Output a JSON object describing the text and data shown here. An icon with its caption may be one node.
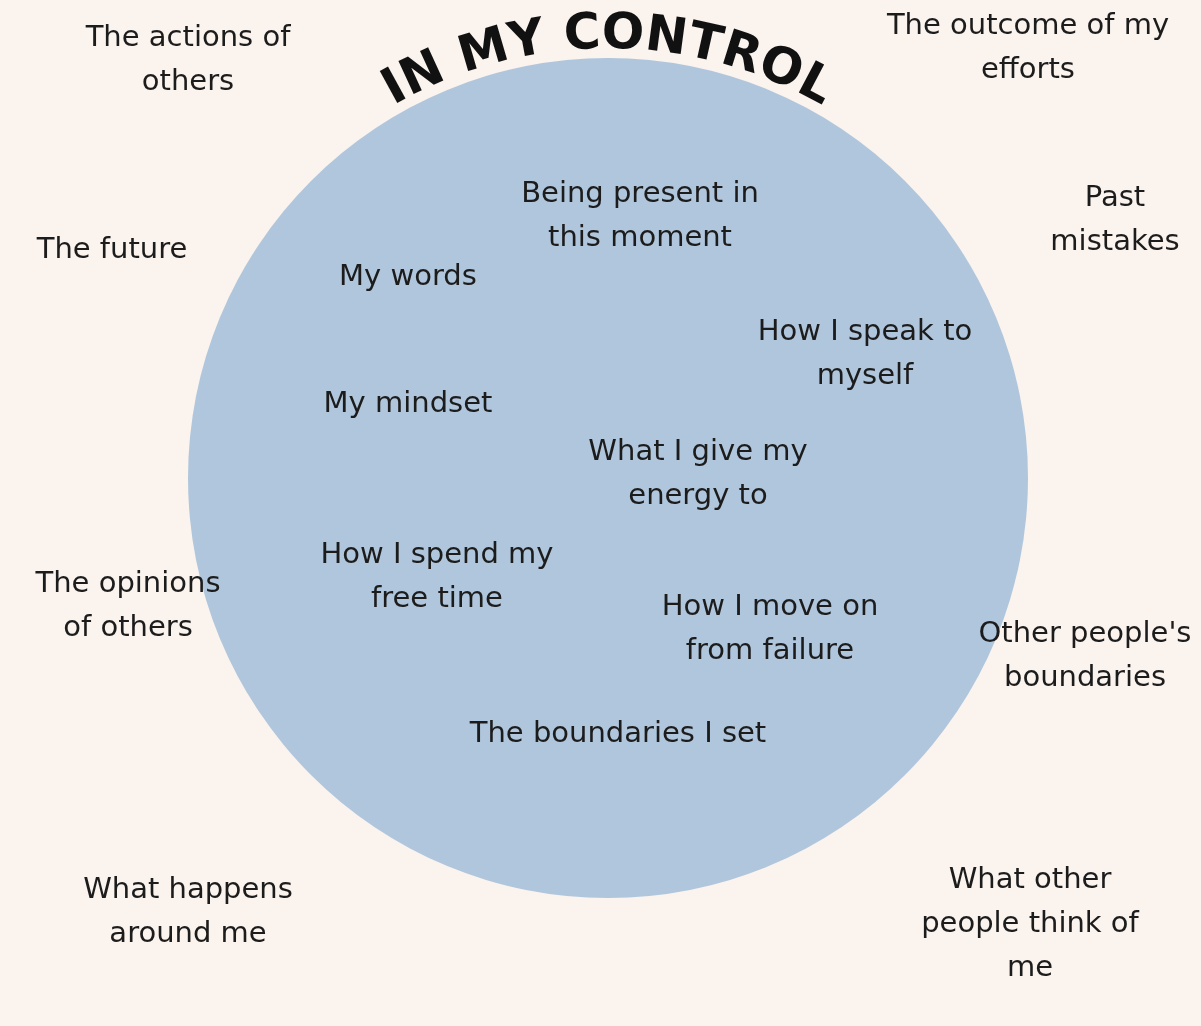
{
  "diagram": {
    "nodes": [
      {
        "text": [
          "IN MY CONTROL",
          "Being present in this moment",
          "My words",
          "How I speak to myself",
          "My mindset",
          "What I give my energy to",
          "How I spend my free time",
          "How I move on from failure",
          "The boundaries I set"
        ]
      }
    ],
    "labels": [
      "The actions of others",
      "The outcome of my efforts",
      "The future",
      "Past mistakes",
      "The opinions of others",
      "Other people's boundaries",
      "What happens around me",
      "What other people think of me"
    ]
  }
}
